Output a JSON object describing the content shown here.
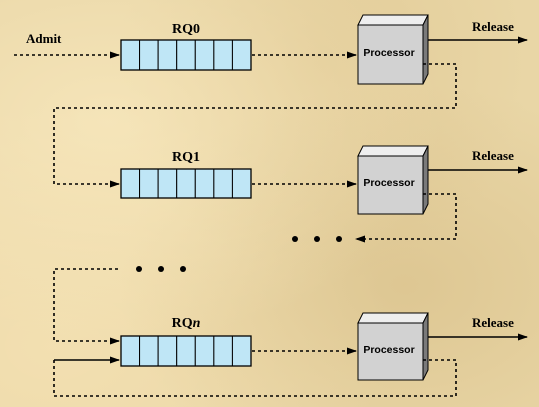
{
  "diagram": {
    "admit_label": "Admit",
    "queues": [
      {
        "label": "RQ0",
        "cells": 7
      },
      {
        "label": "RQ1",
        "cells": 7
      },
      {
        "label": "RQ",
        "label_italic_suffix": "n",
        "cells": 7
      }
    ],
    "processor_label": "Processor",
    "release_label": "Release",
    "ellipsis": "• • •",
    "colors": {
      "queue_cell": "#bfe6f6",
      "processor_front": "#d2d2d2",
      "processor_side": "#7a7a7a",
      "background": "#e9d6a6"
    }
  }
}
